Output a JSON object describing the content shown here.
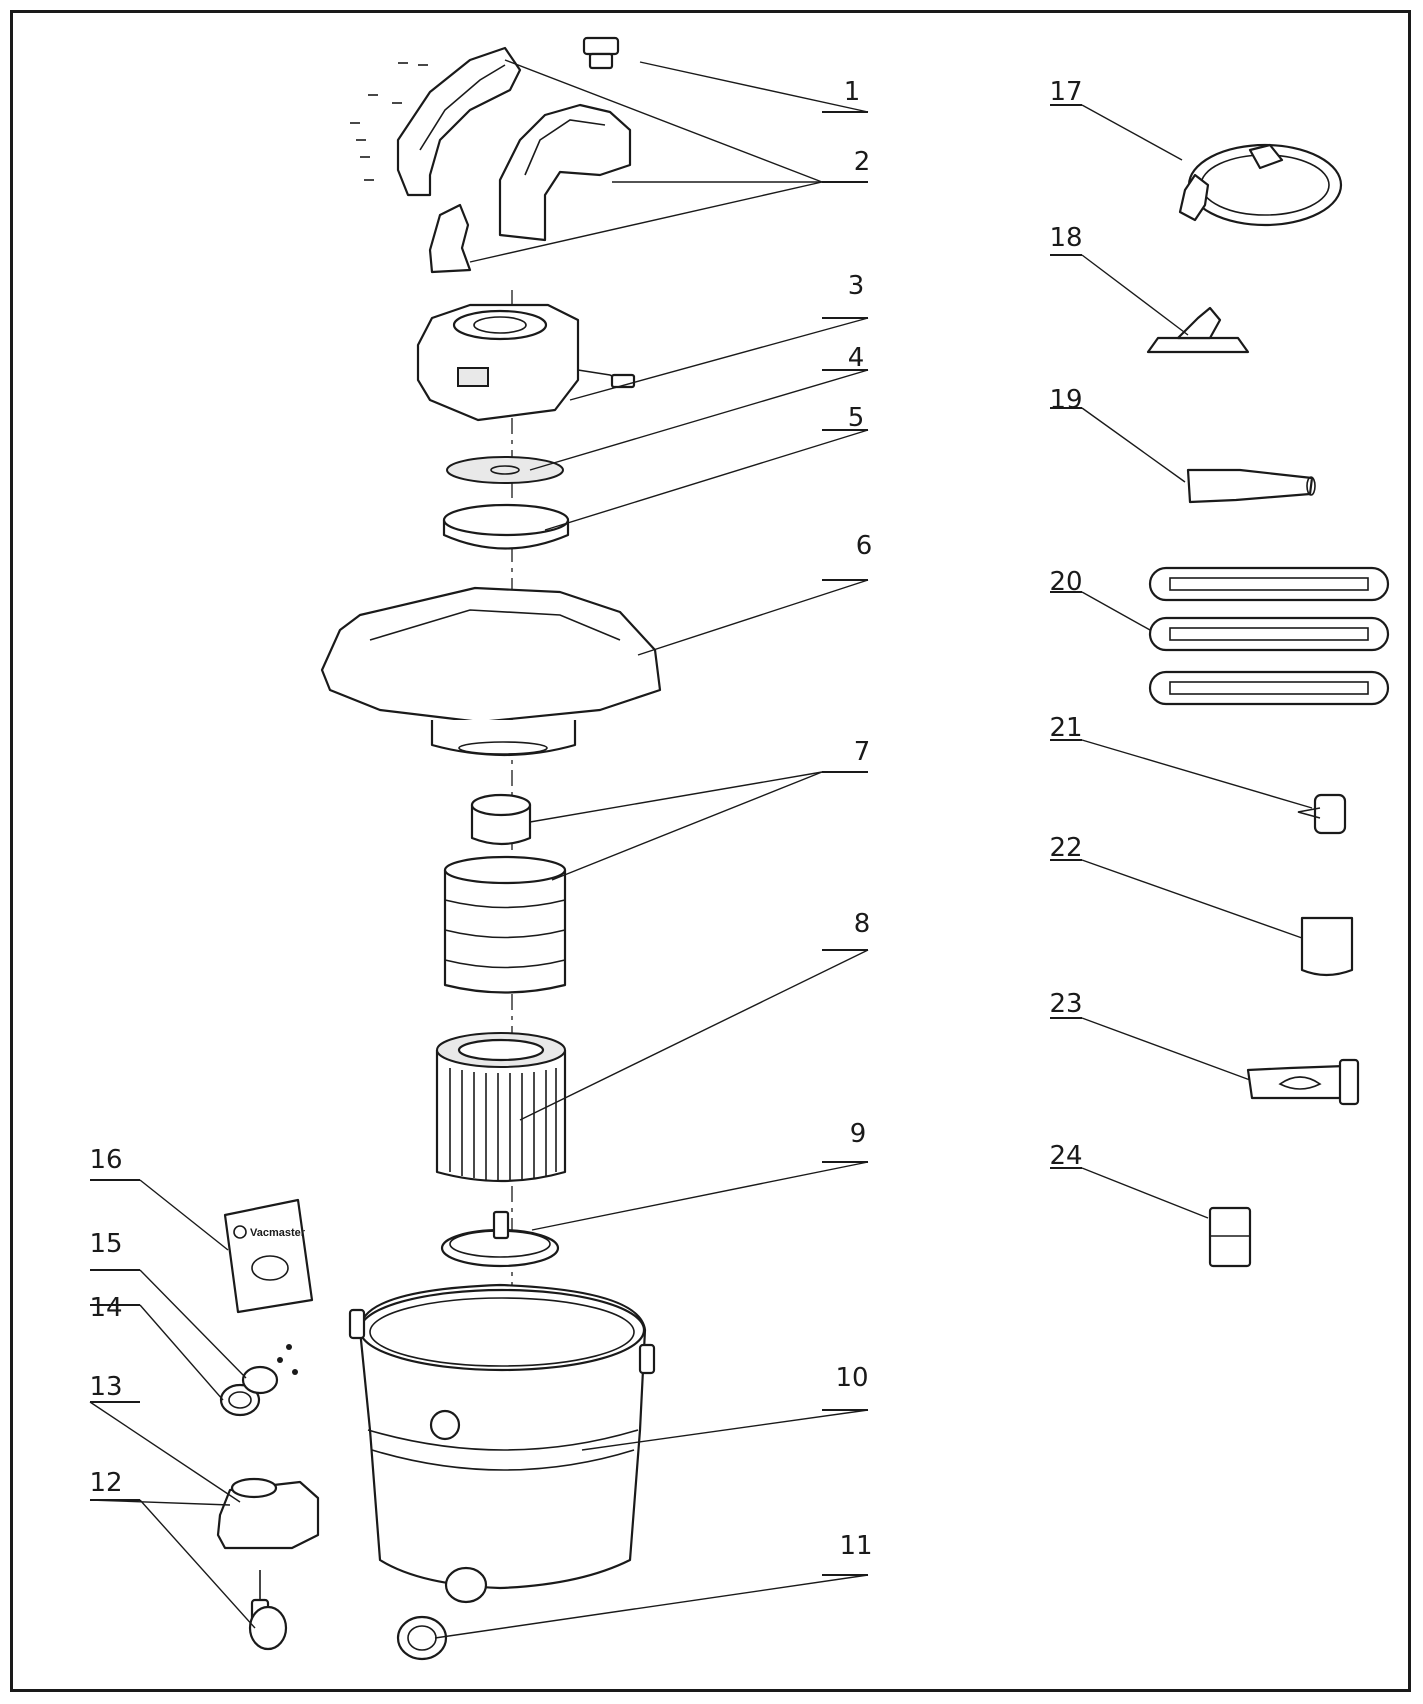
{
  "callouts": {
    "c1": "1",
    "c2": "2",
    "c3": "3",
    "c4": "4",
    "c5": "5",
    "c6": "6",
    "c7": "7",
    "c8": "8",
    "c9": "9",
    "c10": "10",
    "c11": "11",
    "c12": "12",
    "c13": "13",
    "c14": "14",
    "c15": "15",
    "c16": "16",
    "c17": "17",
    "c18": "18",
    "c19": "19",
    "c20": "20",
    "c21": "21",
    "c22": "22",
    "c23": "23",
    "c24": "24"
  },
  "manual": {
    "brand": "Vacmaster"
  }
}
